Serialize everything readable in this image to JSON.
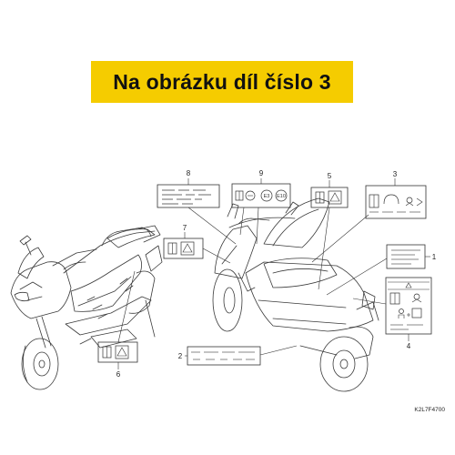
{
  "banner": {
    "title": "Na obrázku díl číslo 3"
  },
  "callouts": {
    "n1": "1",
    "n2": "2",
    "n3": "3",
    "n4": "4",
    "n5": "5",
    "n6": "6",
    "n7": "7",
    "n8": "8",
    "n9": "9"
  },
  "label9": {
    "chip_e3": "E3",
    "chip_e10": "E10"
  },
  "reference_code": "K2L7F4700",
  "colors": {
    "banner": "#f5cc00",
    "line": "#333333"
  }
}
